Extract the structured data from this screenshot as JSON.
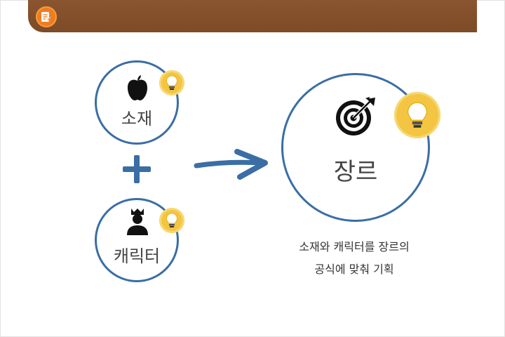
{
  "nodes": {
    "material": {
      "label": "소재",
      "icon": "apple-icon"
    },
    "character": {
      "label": "캐릭터",
      "icon": "king-icon"
    },
    "genre": {
      "label": "장르",
      "icon": "target-arrow-icon"
    }
  },
  "operator": "+",
  "caption": {
    "line1": "소재와 캐릭터를 장르의",
    "line2": "공식에 맞춰 기획"
  },
  "colors": {
    "header": "#7d4b27",
    "header_icon": "#ef7d1f",
    "circle_border": "#3a6ea5",
    "bulb": "#f4c542"
  }
}
